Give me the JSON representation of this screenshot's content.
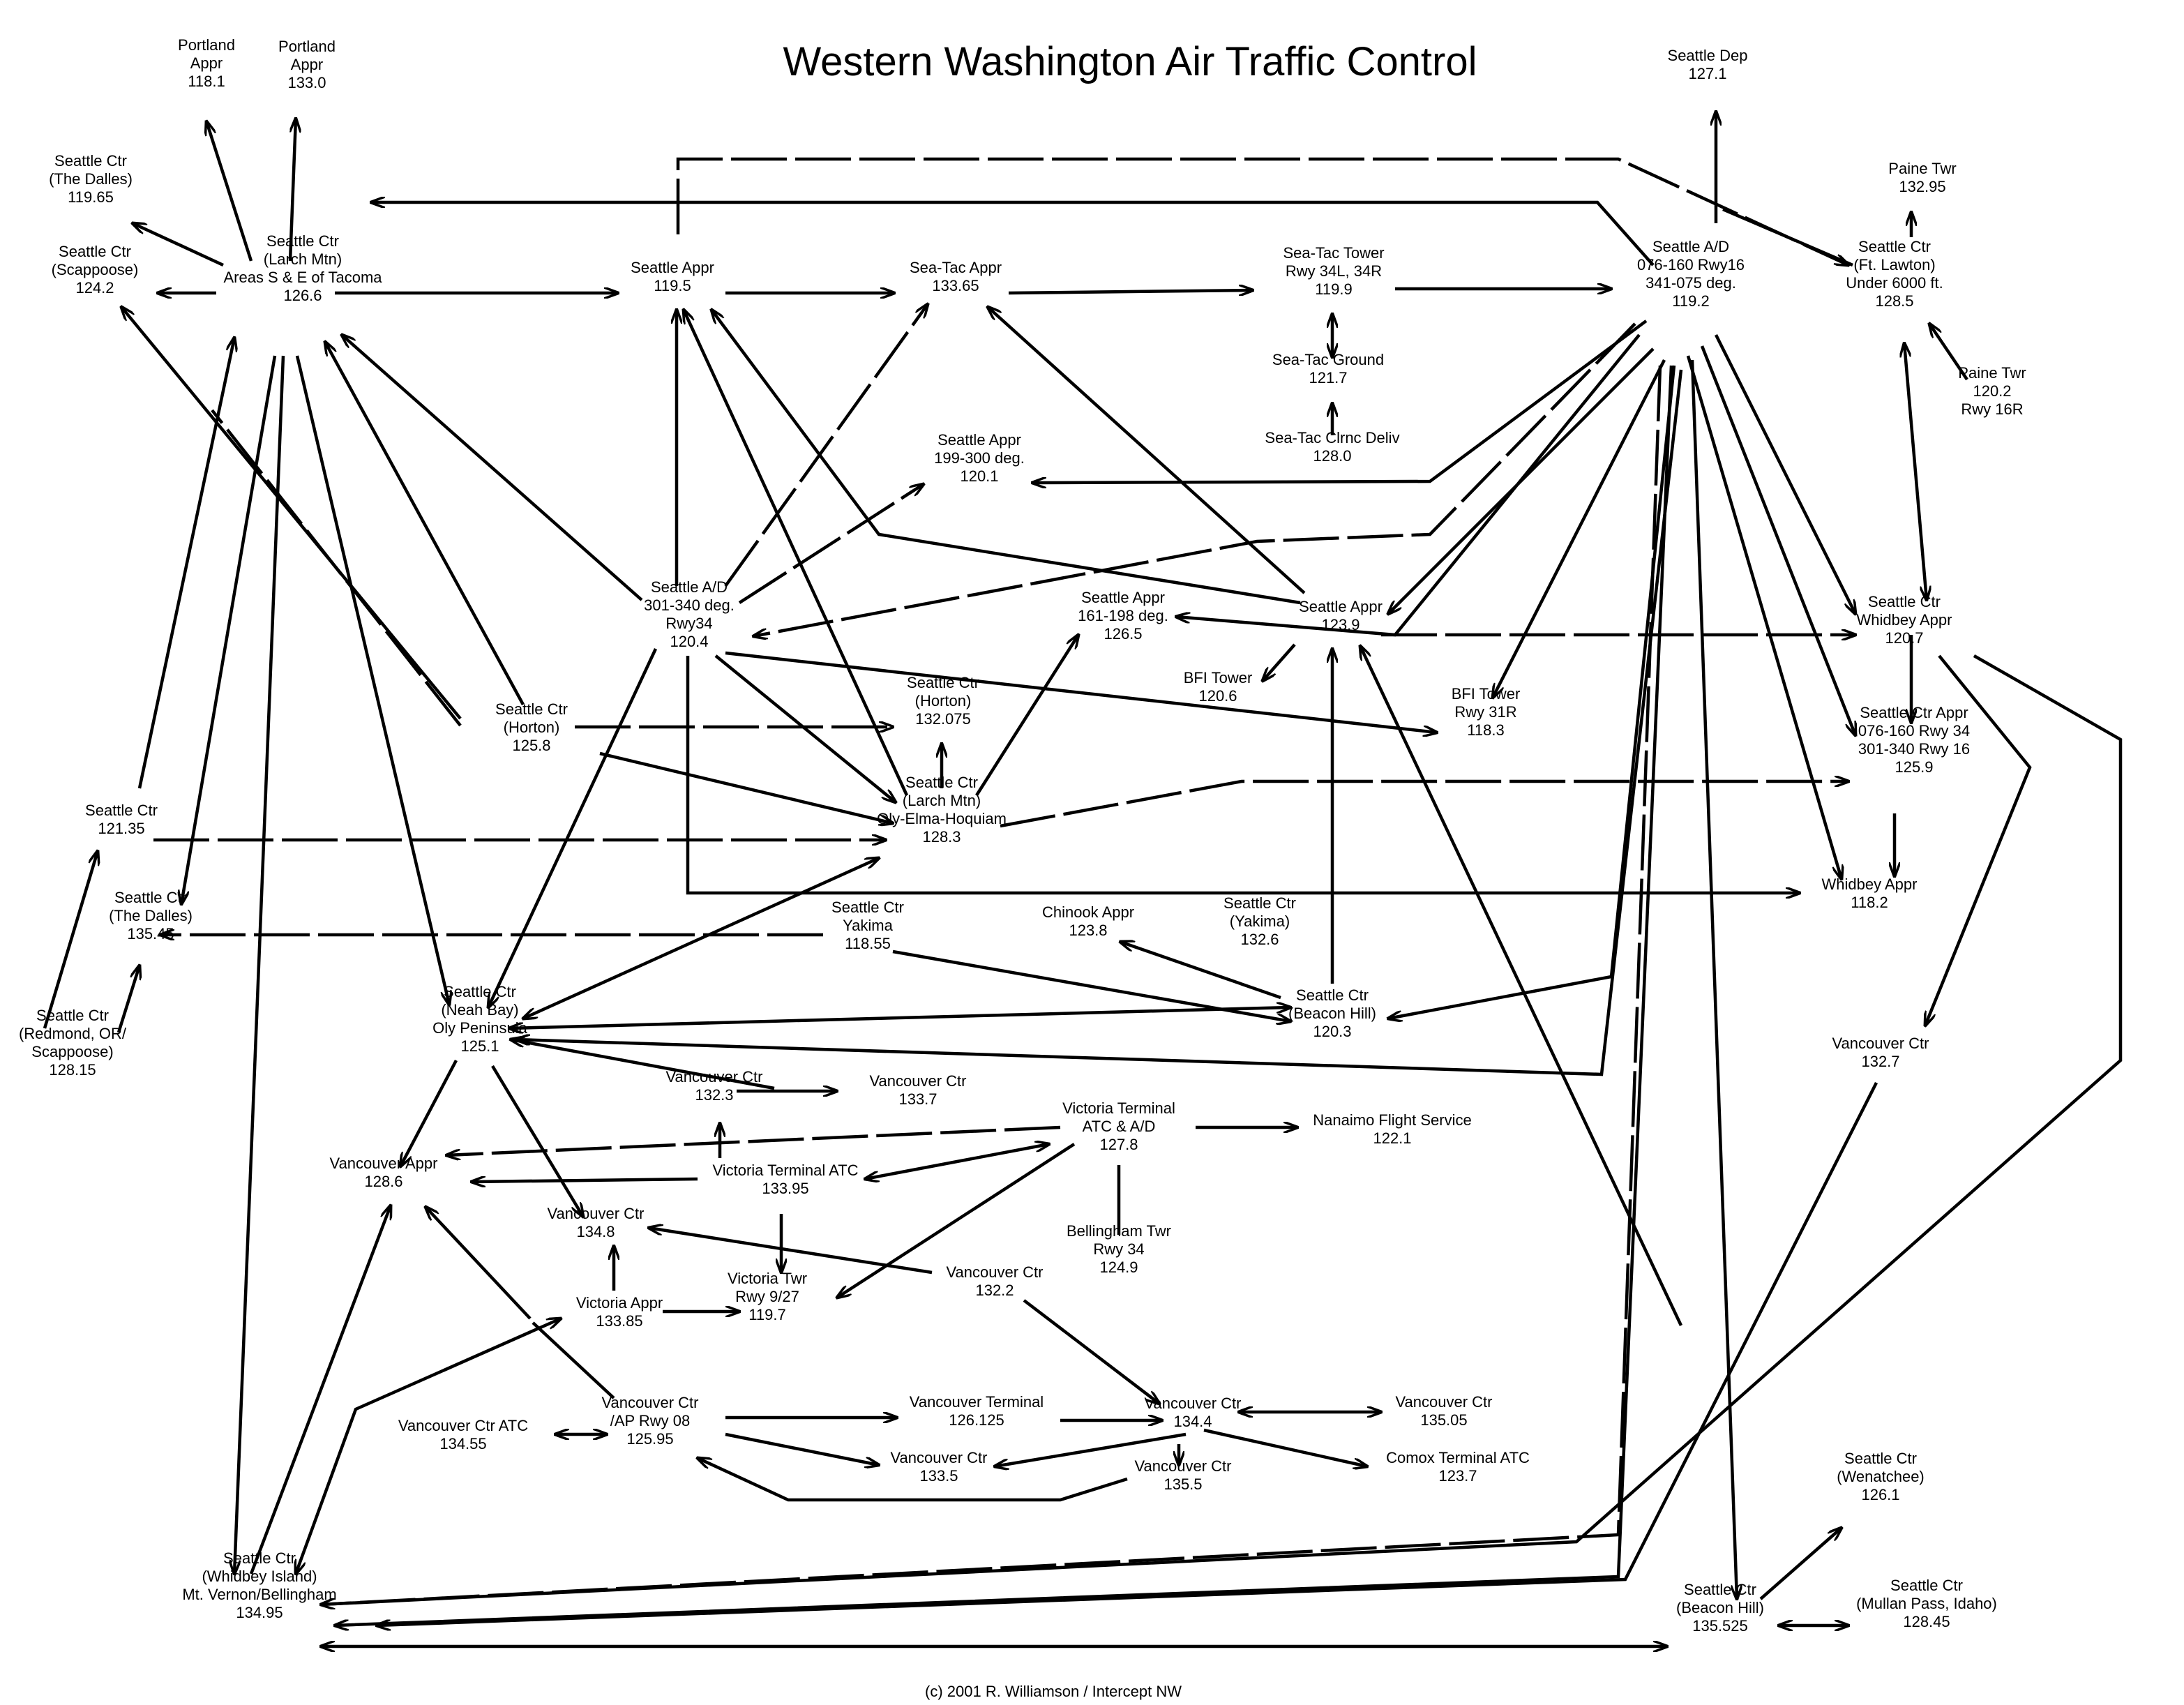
{
  "title": "Western Washington Air Traffic Control",
  "credit": "(c) 2001 R. Williamson / Intercept NW",
  "nodes": {
    "portland_1181": [
      "Portland",
      "Appr",
      "118.1"
    ],
    "portland_1330": [
      "Portland",
      "Appr",
      "133.0"
    ],
    "seattle_dep": [
      "Seattle Dep",
      "127.1"
    ],
    "sc_dalles_11965": [
      "Seattle Ctr",
      "(The Dalles)",
      "119.65"
    ],
    "sc_scappoose": [
      "Seattle Ctr",
      "(Scappoose)",
      "124.2"
    ],
    "sc_larch_1266": [
      "Seattle Ctr",
      "(Larch Mtn)",
      "Areas S & E of Tacoma",
      "126.6"
    ],
    "seattle_appr_1195": [
      "Seattle Appr",
      "119.5"
    ],
    "seatac_appr": [
      "Sea-Tac Appr",
      "133.65"
    ],
    "seatac_tower": [
      "Sea-Tac Tower",
      "Rwy 34L, 34R",
      "119.9"
    ],
    "seatac_ground": [
      "Sea-Tac Ground",
      "121.7"
    ],
    "seatac_clrnc": [
      "Sea-Tac Clrnc Deliv",
      "128.0"
    ],
    "seattle_ad_1192": [
      "Seattle A/D",
      "076-160  Rwy16",
      "341-075 deg.",
      "119.2"
    ],
    "paine_twr_13295": [
      "Paine Twr",
      "132.95"
    ],
    "sc_ftlawton": [
      "Seattle Ctr",
      "(Ft. Lawton)",
      "Under 6000 ft.",
      "128.5"
    ],
    "paine_twr_1202": [
      "Paine Twr",
      "120.2",
      "Rwy 16R"
    ],
    "seattle_appr_1201": [
      "Seattle Appr",
      "199-300 deg.",
      "120.1"
    ],
    "seattle_ad_1204": [
      "Seattle A/D",
      "301-340 deg.",
      "Rwy34",
      "120.4"
    ],
    "seattle_appr_1265": [
      "Seattle Appr",
      "161-198 deg.",
      "126.5"
    ],
    "seattle_appr_1239": [
      "Seattle Appr",
      "123.9"
    ],
    "bfi_tower_1206": [
      "BFI Tower",
      "120.6"
    ],
    "bfi_tower_1183": [
      "BFI Tower",
      "Rwy 31R",
      "118.3"
    ],
    "sc_whidbey_appr": [
      "Seattle Ctr",
      "Whidbey Appr",
      "120.7"
    ],
    "sc_horton_1258": [
      "Seattle Ctr",
      "(Horton)",
      "125.8"
    ],
    "sc_horton_132075": [
      "Seattle Ctr",
      "(Horton)",
      "132.075"
    ],
    "sc_appr_1259": [
      "Seattle Ctr Appr",
      "076-160 Rwy 34",
      "301-340 Rwy 16",
      "125.9"
    ],
    "sc_12135": [
      "Seattle Ctr",
      "121.35"
    ],
    "sc_larch_1283": [
      "Seattle Ctr",
      "(Larch Mtn)",
      "Oly-Elma-Hoquiam",
      "128.3"
    ],
    "whidbey_appr_1182": [
      "Whidbey Appr",
      "118.2"
    ],
    "sc_dalles_13545": [
      "Seattle Ctr",
      "(The Dalles)",
      "135.45"
    ],
    "sc_yakima_11855": [
      "Seattle Ctr",
      "Yakima",
      "118.55"
    ],
    "chinook_appr": [
      "Chinook Appr",
      "123.8"
    ],
    "sc_yakima_1326": [
      "Seattle Ctr",
      "(Yakima)",
      "132.6"
    ],
    "sc_beacon_1203": [
      "Seattle Ctr",
      "(Beacon Hill)",
      "120.3"
    ],
    "sc_redmond": [
      "Seattle Ctr",
      "(Redmond, OR/",
      "Scappoose)",
      "128.15"
    ],
    "sc_neah_bay": [
      "Seattle Ctr",
      "(Neah Bay)",
      "Oly Peninsula",
      "125.1"
    ],
    "vc_1323": [
      "Vancouver Ctr",
      "132.3"
    ],
    "vc_1337": [
      "Vancouver Ctr",
      "133.7"
    ],
    "victoria_terminal": [
      "Victoria Terminal",
      "ATC & A/D",
      "127.8"
    ],
    "nanaimo": [
      "Nanaimo Flight Service",
      "122.1"
    ],
    "vancouver_ctr_1327": [
      "Vancouver Ctr",
      "132.7"
    ],
    "vancouver_appr": [
      "Vancouver Appr",
      "128.6"
    ],
    "victoria_terminal_atc": [
      "Victoria Terminal ATC",
      "133.95"
    ],
    "vc_1348": [
      "Vancouver Ctr",
      "134.8"
    ],
    "bellingham": [
      "Bellingham Twr",
      "Rwy 34",
      "124.9"
    ],
    "vc_1322": [
      "Vancouver Ctr",
      "132.2"
    ],
    "victoria_appr": [
      "Victoria Appr",
      "133.85"
    ],
    "victoria_twr": [
      "Victoria Twr",
      "Rwy 9/27",
      "119.7"
    ],
    "vc_atc_13455": [
      "Vancouver Ctr ATC",
      "134.55"
    ],
    "vc_ap_rwy08": [
      "Vancouver Ctr",
      "/AP Rwy 08",
      "125.95"
    ],
    "vancouver_terminal": [
      "Vancouver Terminal",
      "126.125"
    ],
    "vc_1344": [
      "Vancouver Ctr",
      "134.4"
    ],
    "vc_13505": [
      "Vancouver Ctr",
      "135.05"
    ],
    "vc_1335": [
      "Vancouver Ctr",
      "133.5"
    ],
    "vc_1355": [
      "Vancouver Ctr",
      "135.5"
    ],
    "comox": [
      "Comox Terminal ATC",
      "123.7"
    ],
    "sc_wenatchee": [
      "Seattle Ctr",
      "(Wenatchee)",
      "126.1"
    ],
    "sc_whidbey_island": [
      "Seattle Ctr",
      "(Whidbey Island)",
      "Mt. Vernon/Bellingham",
      "134.95"
    ],
    "sc_beacon_135525": [
      "Seattle Ctr",
      "(Beacon Hill)",
      "135.525"
    ],
    "sc_mullan": [
      "Seattle Ctr",
      "(Mullan Pass, Idaho)",
      "128.45"
    ]
  }
}
